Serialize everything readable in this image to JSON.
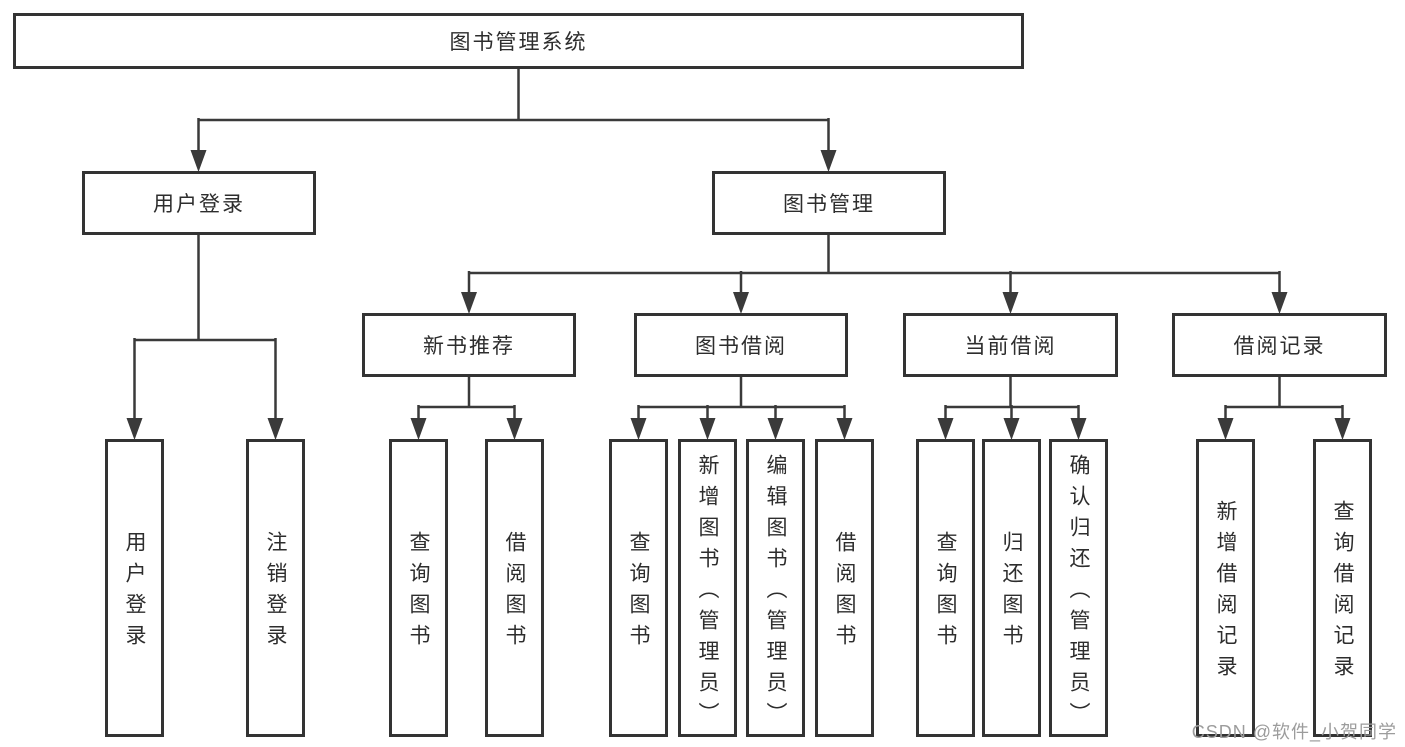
{
  "root": {
    "label": "图书管理系统",
    "children": [
      {
        "label": "用户登录",
        "children": [
          {
            "label": "用户登录"
          },
          {
            "label": "注销登录"
          }
        ]
      },
      {
        "label": "图书管理",
        "children": [
          {
            "label": "新书推荐",
            "children": [
              {
                "label": "查询图书"
              },
              {
                "label": "借阅图书"
              }
            ]
          },
          {
            "label": "图书借阅",
            "children": [
              {
                "label": "查询图书"
              },
              {
                "label": "新增图书（管理员）"
              },
              {
                "label": "编辑图书（管理员）"
              },
              {
                "label": "借阅图书"
              }
            ]
          },
          {
            "label": "当前借阅",
            "children": [
              {
                "label": "查询图书"
              },
              {
                "label": "归还图书"
              },
              {
                "label": "确认归还（管理员）"
              }
            ]
          },
          {
            "label": "借阅记录",
            "children": [
              {
                "label": "新增借阅记录"
              },
              {
                "label": "查询借阅记录"
              }
            ]
          }
        ]
      }
    ]
  },
  "watermark": {
    "text": "CSDN @软件_小贺同学"
  },
  "colors": {
    "line": "#3a3a3a",
    "box_border": "#333333",
    "text": "#2d2d2d",
    "watermark_text": "#9c9c9c",
    "background": "#ffffff"
  }
}
